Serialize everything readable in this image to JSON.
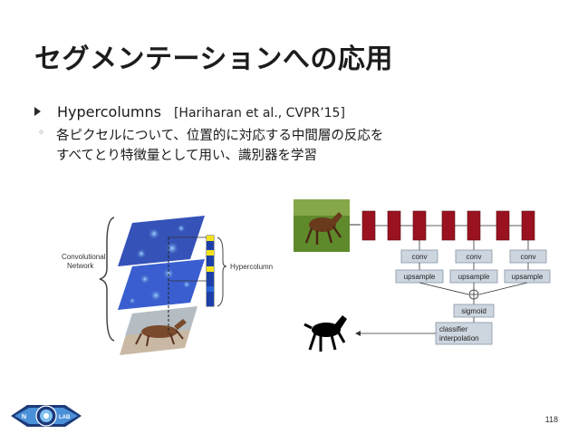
{
  "slide": {
    "title": "セグメンテーションへの応用",
    "bullet": {
      "label": "Hypercolumns",
      "citation": "[Hariharan et al., CVPR’15]"
    },
    "sub_lines": [
      "各ピクセルについて、位置的に対応する中間層の反応を",
      "すべてとり特徴量として用い、識別器を学習"
    ],
    "page_number": "118"
  },
  "left_figure": {
    "group_label": [
      "Convolutional",
      "Network"
    ],
    "vector_label": "Hypercolumn"
  },
  "right_figure": {
    "conv_labels": [
      "conv",
      "conv",
      "conv"
    ],
    "upsample_labels": [
      "upsample",
      "upsample",
      "upsample"
    ],
    "sigmoid_label": "sigmoid",
    "classifier_label": [
      "classifier",
      "interpolation"
    ]
  },
  "logo": {
    "left_letter": "N",
    "right_text": "LAB"
  },
  "colors": {
    "layer_red": "#9a1220",
    "box_fill": "#cdd6df",
    "box_border": "#8796a6",
    "accent_navy": "#1c3a7a"
  }
}
